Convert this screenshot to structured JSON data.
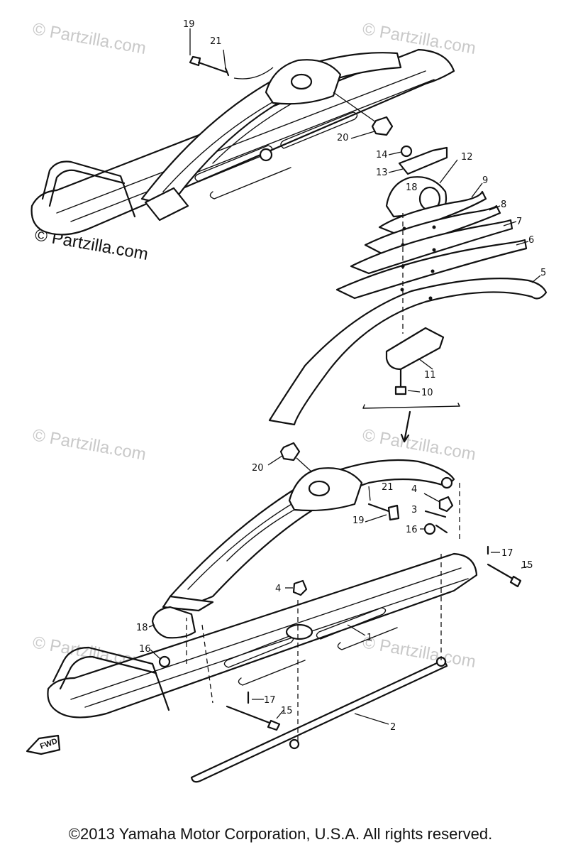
{
  "watermarks": [
    "© Partzilla.com",
    "© Partzilla.com",
    "© Partzilla.com",
    "© Partzilla.com",
    "© Partzilla.com",
    "© Partzilla.com",
    "© Partzilla.com"
  ],
  "callouts": [
    "19",
    "21",
    "20",
    "14",
    "13",
    "12",
    "18",
    "9",
    "8",
    "7",
    "6",
    "5",
    "11",
    "10",
    "20",
    "21",
    "4",
    "3",
    "19",
    "16",
    "17",
    "15",
    "4",
    "1",
    "18",
    "16",
    "17",
    "15",
    "2"
  ],
  "fwd_label": "FWD",
  "copyright": "©2013  Yamaha Motor Corporation, U.S.A. All rights reserved."
}
